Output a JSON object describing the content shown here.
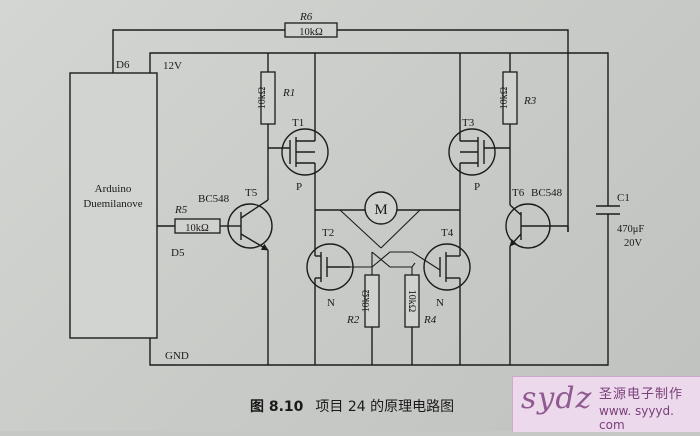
{
  "caption": {
    "figure_no": "图 8.10",
    "title": "项目 24 的原理电路图"
  },
  "mcu": {
    "name_line1": "Arduino",
    "name_line2": "Duemilanove",
    "pin_d6": "D6",
    "pin_d5": "D5"
  },
  "rails": {
    "vcc": "12V",
    "gnd": "GND"
  },
  "components": {
    "r6": "R6",
    "r6_value": "10kΩ",
    "r5": "R5",
    "r5_value": "10kΩ",
    "r1": "R1",
    "r1_value": "10kΩ",
    "r3": "R3",
    "r3_value": "10kΩ",
    "r2": "R2",
    "r2_value": "10kΩ",
    "r4": "R4",
    "r4_value": "10kΩ",
    "t1": "T1",
    "t1_type": "P",
    "t2": "T2",
    "t2_type": "N",
    "t3": "T3",
    "t3_type": "P",
    "t4": "T4",
    "t4_type": "N",
    "t5": "T5",
    "t5_part": "BC548",
    "t6": "T6",
    "t6_part": "BC548",
    "motor": "M",
    "c1": "C1",
    "c1_value": "470μF",
    "c1_voltage": "20V"
  },
  "watermark": {
    "logo": "sydz",
    "name": "圣源电子制作",
    "url": "www. syyyd. com"
  }
}
